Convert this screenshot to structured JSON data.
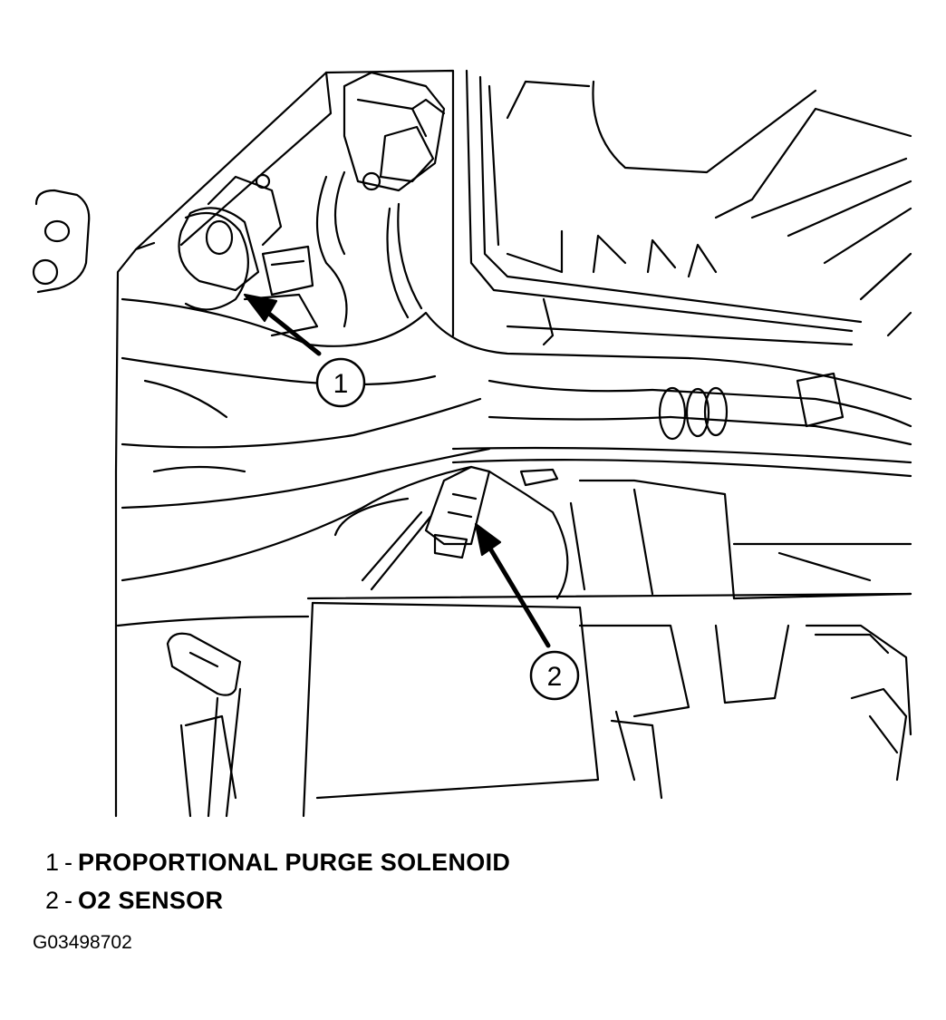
{
  "callouts": [
    {
      "number": "1",
      "label": "PROPORTIONAL PURGE SOLENOID"
    },
    {
      "number": "2",
      "label": "O2 SENSOR"
    }
  ],
  "legend_separator": "-",
  "figure_id": "G03498702"
}
